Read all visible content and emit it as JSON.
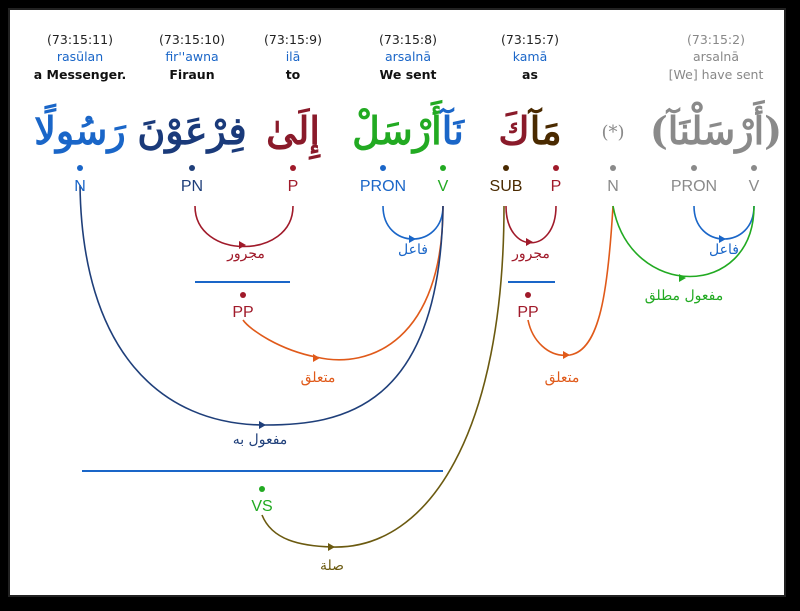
{
  "colors": {
    "blue": "#1a66c8",
    "navy": "#1f3f7a",
    "red": "#a01a2a",
    "green": "#22aa22",
    "olive": "#6b5a10",
    "orange": "#e05a1a",
    "gray": "#8a8a8a",
    "brown": "#4a2a00",
    "arabic_blue": "#1a66c8",
    "arabic_navy": "#1a3a7a",
    "arabic_red": "#8a1a2a",
    "arabic_green": "#22aa22",
    "arabic_dark": "#4a2a00"
  },
  "words": [
    {
      "loc": "(73:15:11)",
      "translit": "rasūlan",
      "translation": "a Messenger."
    },
    {
      "loc": "(73:15:10)",
      "translit": "fir''awna",
      "translation": "Firaun"
    },
    {
      "loc": "(73:15:9)",
      "translit": "ilā",
      "translation": "to"
    },
    {
      "loc": "(73:15:8)",
      "translit": "arsalnā",
      "translation": "We sent"
    },
    {
      "loc": "(73:15:7)",
      "translit": "kamā",
      "translation": "as"
    },
    {
      "loc": "(73:15:2)",
      "translit": "arsalnā",
      "translation": "[We] have sent"
    }
  ],
  "arabic": {
    "w1": "رَسُولًا",
    "w2": "فِرْعَوْنَ",
    "w3": "إِلَىٰ",
    "w4a": "أَرْسَلْ",
    "w4b": "نَآ",
    "w5a": "كَ",
    "w5b": "مَآ",
    "star": "(*)",
    "w6": "(أَرْسَلْنَآ)"
  },
  "tags": {
    "t1": "N",
    "t2": "PN",
    "t3": "P",
    "t4": "PRON",
    "t5": "V",
    "t6": "SUB",
    "t7": "P",
    "t8": "N",
    "t9": "PRON",
    "t10": "V",
    "pp1": "PP",
    "pp2": "PP",
    "vs": "VS"
  },
  "relations": {
    "majrur1": "مجرور",
    "fail1": "فاعل",
    "mutaallaq1": "متعلق",
    "mafulbih": "مفعول به",
    "majrur2": "مجرور",
    "mutaallaq2": "متعلق",
    "fail2": "فاعل",
    "mafulmutlaq": "مفعول مطلق",
    "sila": "صلة"
  }
}
